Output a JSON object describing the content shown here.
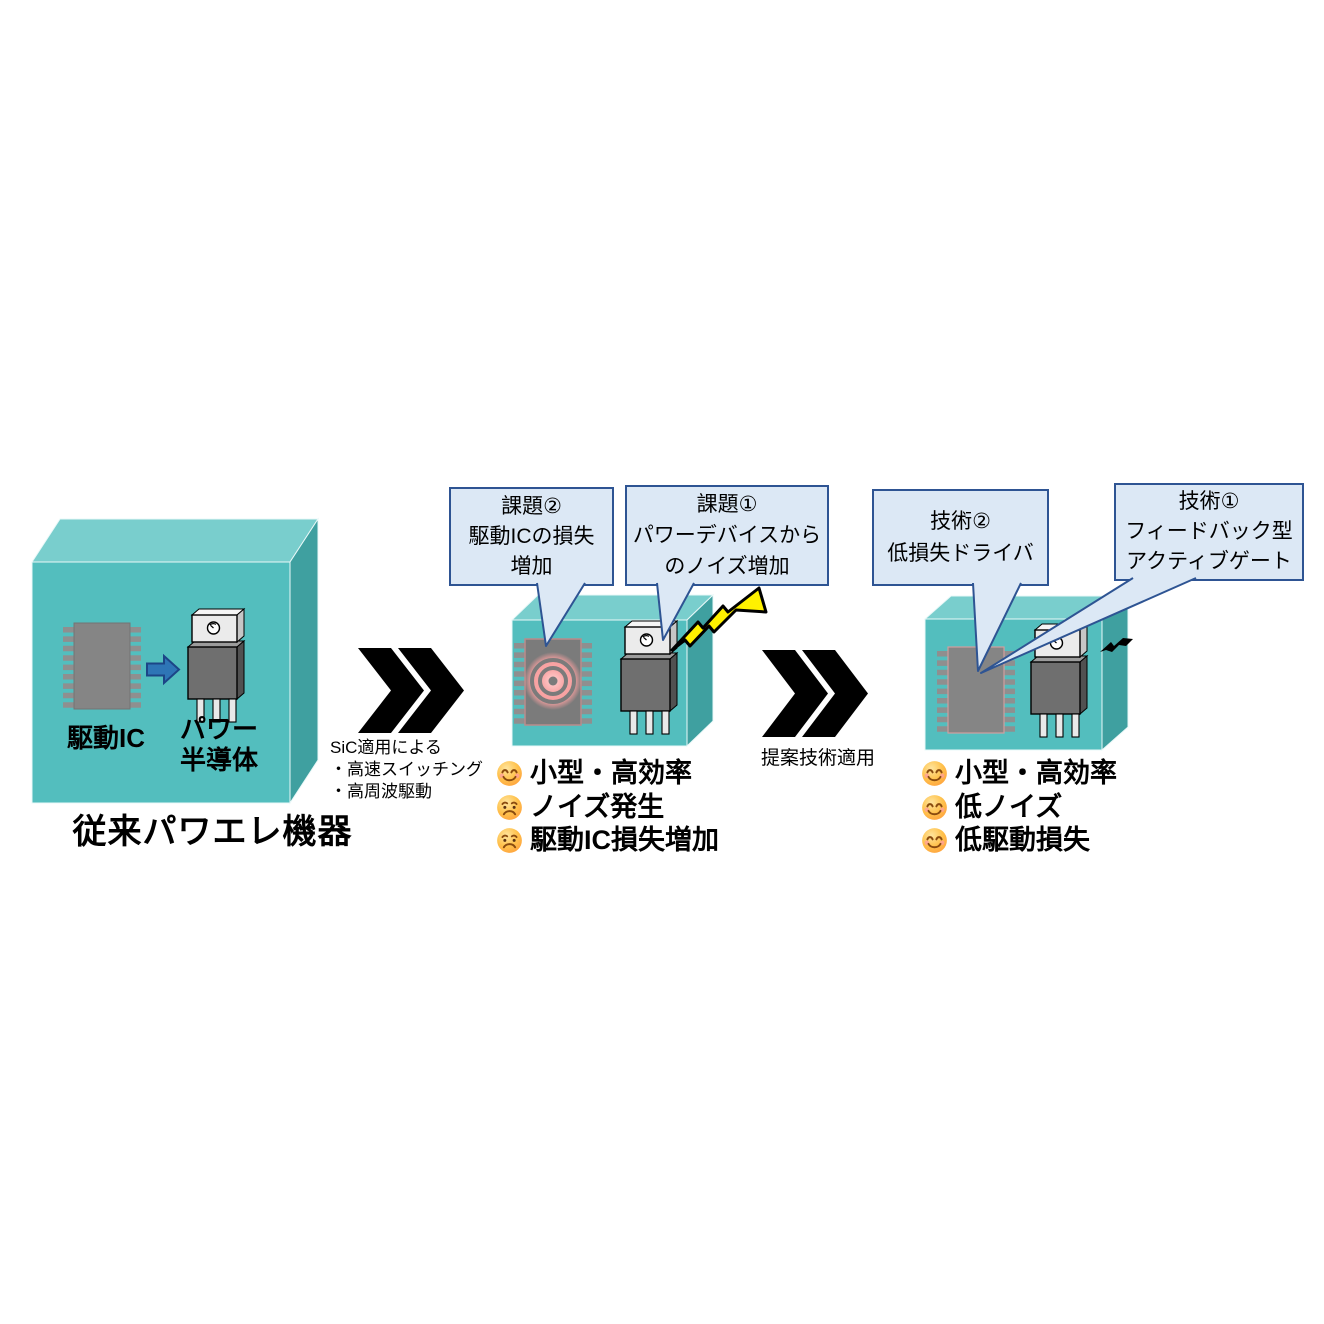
{
  "palette": {
    "teal_front": "#53bebe",
    "teal_top": "#79cecd",
    "teal_side": "#3fa0a0",
    "callout_fill": "#dce8f5",
    "callout_border": "#2e5493",
    "bolt_yellow": "#fff100",
    "arrow_blue": "#2e75b6",
    "chevron_black": "#000000",
    "glow_pink": "#f7a0a0",
    "ink": "#000000"
  },
  "figure": {
    "left": {
      "chip_label": "駆動IC",
      "device_label": "パワー\n半導体",
      "caption": "従来パワエレ機器"
    },
    "transition1": {
      "caption": "SiC適用による\n・高速スイッチング\n・高周波駆動"
    },
    "middle": {
      "callout_issue2": "課題②\n駆動ICの損失\n増加",
      "callout_issue1": "課題①\nパワーデバイスから\nのノイズ増加",
      "bullets": [
        {
          "mood": "happy",
          "text": "小型・高効率"
        },
        {
          "mood": "sad",
          "text": "ノイズ発生"
        },
        {
          "mood": "sad",
          "text": "駆動IC損失増加"
        }
      ]
    },
    "transition2": {
      "caption": "提案技術適用"
    },
    "right": {
      "callout_tech2": "技術②\n低損失ドライバ",
      "callout_tech1": "技術①\nフィードバック型\nアクティブゲート",
      "bullets": [
        {
          "mood": "happy",
          "text": "小型・高効率"
        },
        {
          "mood": "happy",
          "text": "低ノイズ"
        },
        {
          "mood": "happy",
          "text": "低駆動損失"
        }
      ]
    }
  }
}
